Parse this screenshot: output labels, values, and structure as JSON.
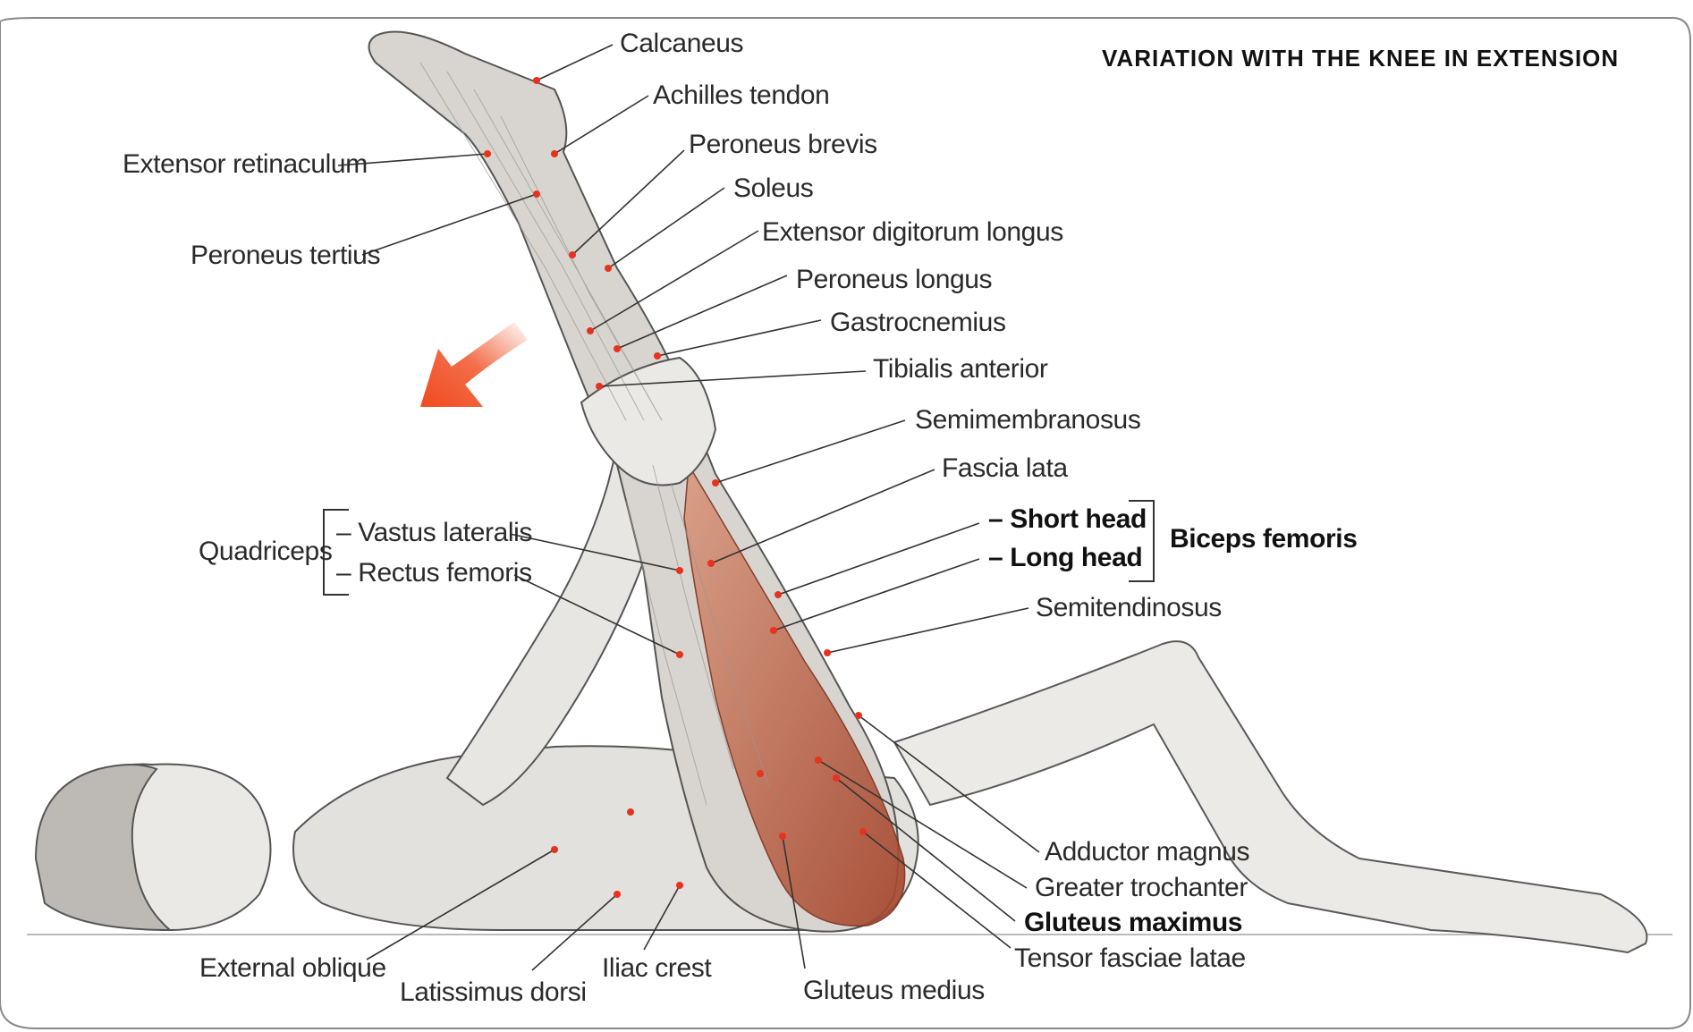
{
  "title": "VARIATION WITH THE KNEE IN EXTENSION",
  "labels": {
    "calcaneus": "Calcaneus",
    "achilles_tendon": "Achilles tendon",
    "extensor_retinaculum": "Extensor retinaculum",
    "peroneus_brevis": "Peroneus brevis",
    "soleus": "Soleus",
    "peroneus_tertius": "Peroneus tertius",
    "extensor_digitorum_longus": "Extensor digitorum longus",
    "peroneus_longus": "Peroneus longus",
    "gastrocnemius": "Gastrocnemius",
    "tibialis_anterior": "Tibialis anterior",
    "semimembranosus": "Semimembranosus",
    "fascia_lata": "Fascia lata",
    "quadriceps": "Quadriceps",
    "vastus_lateralis": "– Vastus lateralis",
    "rectus_femoris": "– Rectus femoris",
    "short_head": "– Short head",
    "long_head": "– Long head",
    "biceps_femoris": "Biceps femoris",
    "semitendinosus": "Semitendinosus",
    "adductor_magnus": "Adductor magnus",
    "greater_trochanter": "Greater trochanter",
    "gluteus_maximus": "Gluteus maximus",
    "tensor_fasciae_latae": "Tensor fasciae latae",
    "external_oblique": "External oblique",
    "latissimus_dorsi": "Latissimus dorsi",
    "iliac_crest": "Iliac crest",
    "gluteus_medius": "Gluteus medius"
  },
  "colors": {
    "leader_line": "#333333",
    "marker_dot": "#e8321e",
    "arrow": "#f04a1e",
    "muscle_red": "#b8563a",
    "skin": "#e9e7e3",
    "outline": "#555555"
  }
}
